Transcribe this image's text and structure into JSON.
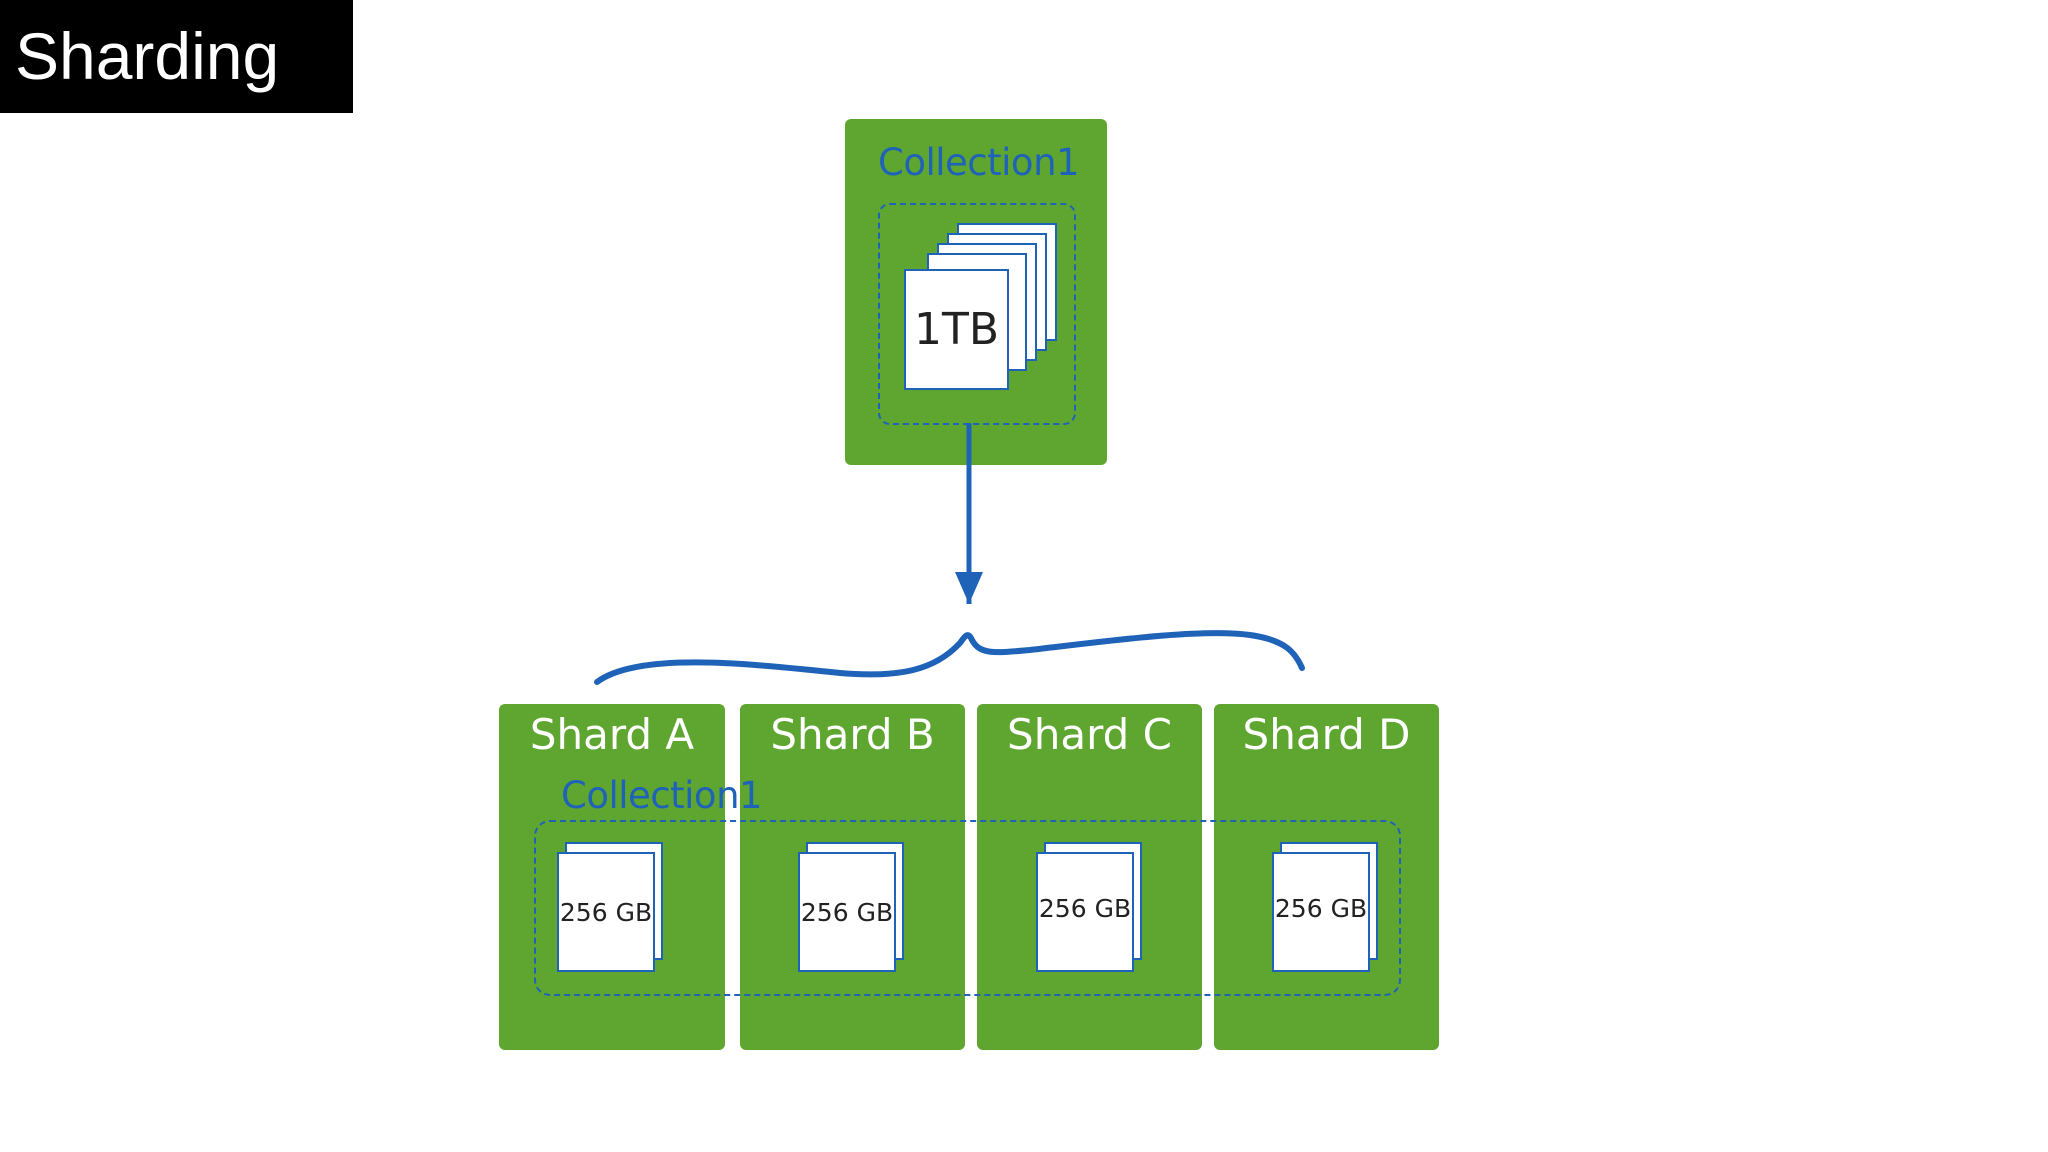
{
  "title": "Sharding",
  "source": {
    "collection_label": "Collection1",
    "size_label": "1TB"
  },
  "target": {
    "collection_label": "Collection1",
    "shards": [
      {
        "name": "Shard A",
        "size_label": "256 GB"
      },
      {
        "name": "Shard B",
        "size_label": "256 GB"
      },
      {
        "name": "Shard C",
        "size_label": "256 GB"
      },
      {
        "name": "Shard D",
        "size_label": "256 GB"
      }
    ]
  },
  "colors": {
    "box_green": "#5ea630",
    "accent_blue": "#1f63b8",
    "title_bg": "#000000"
  }
}
